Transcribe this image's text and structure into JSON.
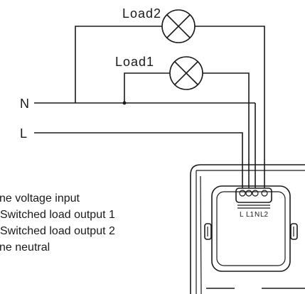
{
  "loads": {
    "load2": "Load2",
    "load1": "Load1"
  },
  "lines": {
    "neutral": "N",
    "live": "L"
  },
  "terminals": [
    "L",
    "L1",
    "N",
    "L2"
  ],
  "legend": [
    "ne voltage input",
    "Switched load output 1",
    "Switched load output 2",
    "ne neutral"
  ]
}
